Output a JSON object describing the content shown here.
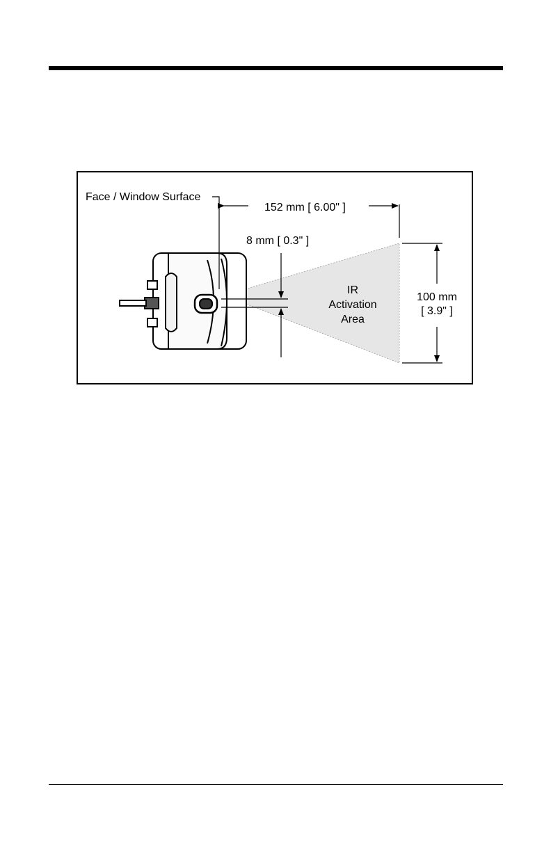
{
  "figure": {
    "face_label": "Face / Window Surface",
    "range_label": "152 mm [ 6.00\" ]",
    "gap_label": "8 mm [ 0.3\" ]",
    "area_label_line1": "IR",
    "area_label_line2": "Activation",
    "area_label_line3": "Area",
    "height_label_line1": "100 mm",
    "height_label_line2": "[ 3.9\" ]",
    "beam_color": "#e6e6e6",
    "line_color": "#000000"
  }
}
